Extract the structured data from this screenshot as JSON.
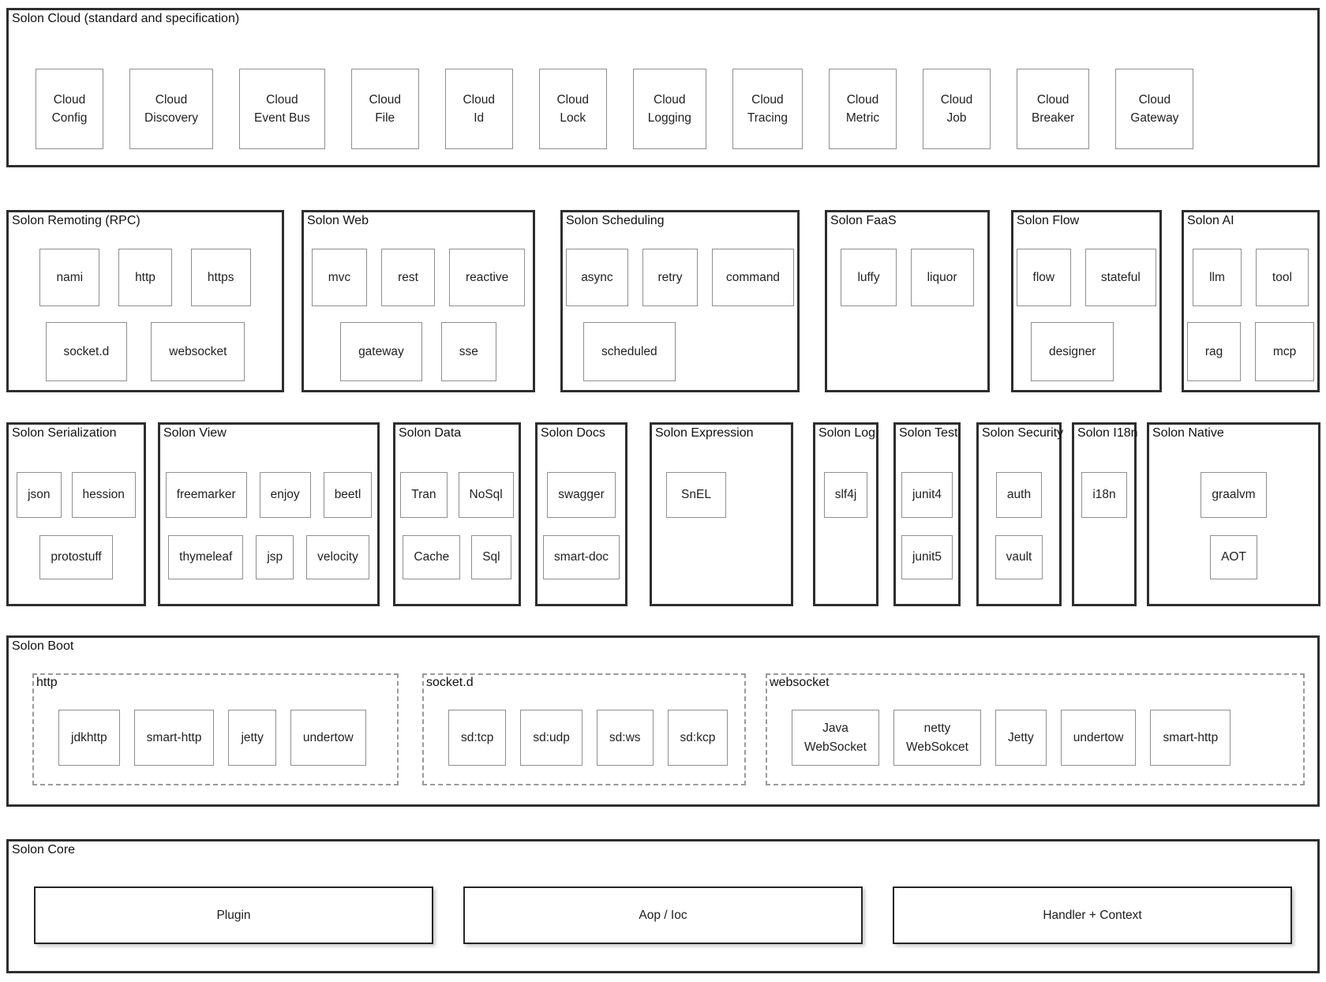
{
  "cloud": {
    "title": "Solon Cloud (standard and specification)",
    "items": [
      "Cloud\nConfig",
      "Cloud\nDiscovery",
      "Cloud\nEvent Bus",
      "Cloud\nFile",
      "Cloud\nId",
      "Cloud\nLock",
      "Cloud\nLogging",
      "Cloud\nTracing",
      "Cloud\nMetric",
      "Cloud\nJob",
      "Cloud\nBreaker",
      "Cloud\nGateway"
    ]
  },
  "remoting": {
    "title": "Solon Remoting (RPC)",
    "row1": [
      "nami",
      "http",
      "https"
    ],
    "row2": [
      "socket.d",
      "websocket"
    ]
  },
  "web": {
    "title": "Solon Web",
    "row1": [
      "mvc",
      "rest",
      "reactive"
    ],
    "row2": [
      "gateway",
      "sse"
    ]
  },
  "scheduling": {
    "title": "Solon Scheduling",
    "row1": [
      "async",
      "retry",
      "command"
    ],
    "row2": [
      "scheduled"
    ]
  },
  "faas": {
    "title": "Solon FaaS",
    "row1": [
      "luffy",
      "liquor"
    ]
  },
  "flow": {
    "title": "Solon Flow",
    "row1": [
      "flow",
      "stateful"
    ],
    "row2": [
      "designer"
    ]
  },
  "ai": {
    "title": "Solon AI",
    "row1": [
      "llm",
      "tool"
    ],
    "row2": [
      "rag",
      "mcp"
    ]
  },
  "serialization": {
    "title": "Solon Serialization",
    "row1": [
      "json",
      "hession"
    ],
    "row2": [
      "protostuff"
    ]
  },
  "view": {
    "title": "Solon View",
    "row1": [
      "freemarker",
      "enjoy",
      "beetl"
    ],
    "row2": [
      "thymeleaf",
      "jsp",
      "velocity"
    ]
  },
  "data": {
    "title": "Solon Data",
    "row1": [
      "Tran",
      "NoSql"
    ],
    "row2": [
      "Cache",
      "Sql"
    ]
  },
  "docs": {
    "title": "Solon Docs",
    "row1": [
      "swagger"
    ],
    "row2": [
      "smart-doc"
    ]
  },
  "expression": {
    "title": "Solon Expression",
    "row1": [
      "SnEL"
    ]
  },
  "log": {
    "title": "Solon Log",
    "row1": [
      "slf4j"
    ]
  },
  "test": {
    "title": "Solon Test",
    "row1": [
      "junit4"
    ],
    "row2": [
      "junit5"
    ]
  },
  "security": {
    "title": "Solon Security",
    "row1": [
      "auth"
    ],
    "row2": [
      "vault"
    ]
  },
  "i18n": {
    "title": "Solon I18n",
    "row1": [
      "i18n"
    ]
  },
  "native": {
    "title": "Solon Native",
    "row1": [
      "graalvm"
    ],
    "row2": [
      "AOT"
    ]
  },
  "boot": {
    "title": "Solon Boot",
    "groups": [
      {
        "label": "http",
        "items": [
          "jdkhttp",
          "smart-http",
          "jetty",
          "undertow"
        ]
      },
      {
        "label": "socket.d",
        "items": [
          "sd:tcp",
          "sd:udp",
          "sd:ws",
          "sd:kcp"
        ]
      },
      {
        "label": "websocket",
        "items": [
          "Java\nWebSocket",
          "netty\nWebSokcet",
          "Jetty",
          "undertow",
          "smart-http"
        ]
      }
    ]
  },
  "core": {
    "title": "Solon Core",
    "items": [
      "Plugin",
      "Aop / Ioc",
      "Handler + Context"
    ]
  },
  "colors": {
    "background": "#ffffff",
    "section_border": "#2e2e2e",
    "box_border": "#8f8f8f",
    "dashed_border": "#9a9a9a",
    "text": "#1c1c1c"
  }
}
